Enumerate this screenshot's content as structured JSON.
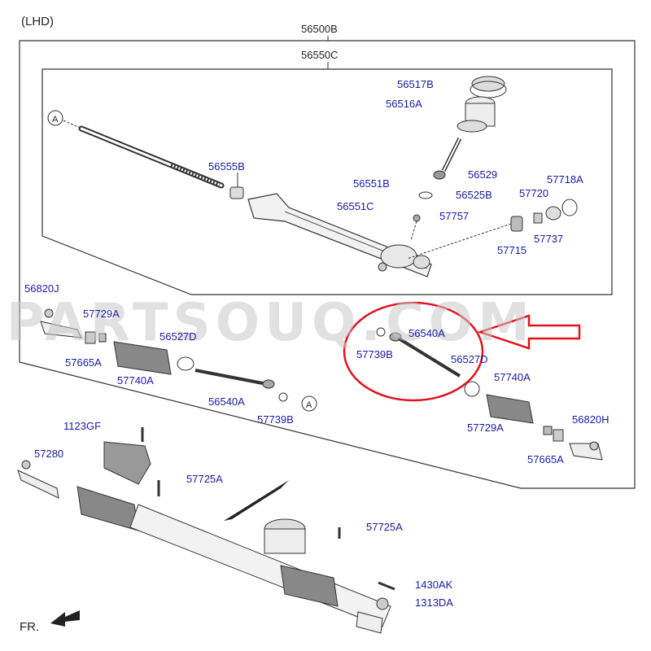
{
  "header": {
    "lhd": "(LHD)",
    "fr": "FR."
  },
  "watermark": "PARTSOUQ.COM",
  "labels": {
    "p56500B": "56500B",
    "p56550C": "56550C",
    "p56517B": "56517B",
    "p56516A": "56516A",
    "p56555B": "56555B",
    "p56551B": "56551B",
    "p56529": "56529",
    "p56525B": "56525B",
    "p56551C": "56551C",
    "p57757": "57757",
    "p57718A": "57718A",
    "p57720": "57720",
    "p57737": "57737",
    "p57715": "57715",
    "p56820J": "56820J",
    "p57729A_l": "57729A",
    "p56527D_l": "56527D",
    "p57665A_l": "57665A",
    "p57740A_l": "57740A",
    "p56540A_l": "56540A",
    "p57739B_l": "57739B",
    "p56540A_r": "56540A",
    "p57739B_r": "57739B",
    "p56527D_r": "56527D",
    "p57740A_r": "57740A",
    "p57729A_r": "57729A",
    "p56820H": "56820H",
    "p57665A_r": "57665A",
    "p1123GF": "1123GF",
    "p57280": "57280",
    "p57725A_1": "57725A",
    "p57725A_2": "57725A",
    "p1430AK": "1430AK",
    "p1313DA": "1313DA"
  },
  "callout": {
    "letter": "A"
  },
  "colors": {
    "label": "#1a1aa6",
    "highlight": "#e0141e",
    "line": "#333333"
  }
}
